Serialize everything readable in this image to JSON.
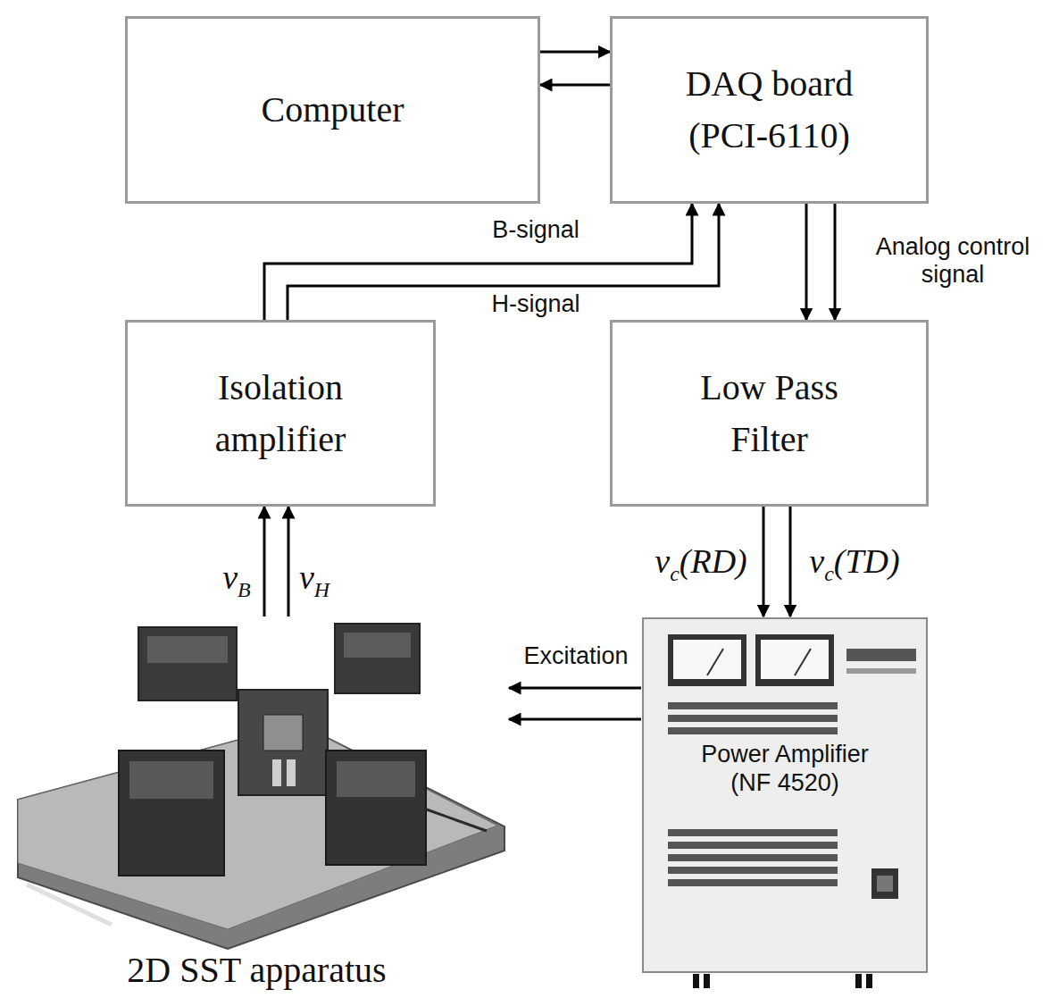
{
  "diagram": {
    "nodes": [
      {
        "text": [
          "Computer"
        ]
      },
      {
        "text": [
          "DAQ board (PCI-6110)"
        ]
      },
      {
        "text": [
          "Isolation amplifier"
        ]
      },
      {
        "text": [
          "Low Pass Filter"
        ]
      },
      {
        "text": [
          "2D SST apparatus"
        ]
      },
      {
        "text": [
          "Power Amplifier (NF 4520)"
        ]
      }
    ],
    "edges": [
      {
        "from": 0,
        "to": 1,
        "arrow": "to"
      },
      {
        "from": 1,
        "to": 0,
        "arrow": "to"
      },
      {
        "from": 2,
        "to": 1,
        "label": "B-signal",
        "arrow": "to"
      },
      {
        "from": 2,
        "to": 1,
        "label": "H-signal",
        "arrow": "to"
      },
      {
        "from": 1,
        "to": 3,
        "arrow": "to"
      },
      {
        "from": 1,
        "to": 3,
        "label": "Analog control signal",
        "arrow": "to"
      },
      {
        "from": 3,
        "to": 5,
        "label": "vc(RD)",
        "arrow": "to"
      },
      {
        "from": 3,
        "to": 5,
        "label": "vc(TD)",
        "arrow": "to"
      },
      {
        "from": 4,
        "to": 2,
        "label": "vB",
        "arrow": "to"
      },
      {
        "from": 4,
        "to": 2,
        "label": "vH",
        "arrow": "to"
      },
      {
        "from": 5,
        "to": 4,
        "label": "Excitation",
        "arrow": "to"
      },
      {
        "from": 5,
        "to": 4,
        "arrow": "to"
      }
    ]
  }
}
